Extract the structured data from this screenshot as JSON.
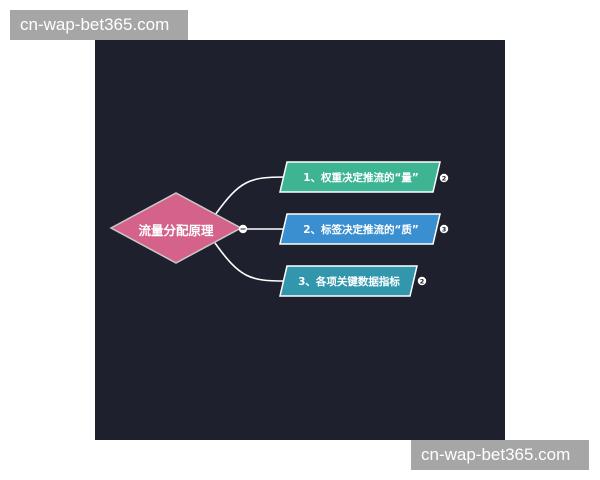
{
  "watermarks": {
    "top": "cn-wap-bet365.com",
    "bottom": "cn-wap-bet365.com"
  },
  "diagram": {
    "background": "#1e212d",
    "root": {
      "label": "流量分配原理",
      "shape": "diamond",
      "fill": "#d4628a",
      "border": "#c9c9c9",
      "collapse_icon": "minus-circle-icon"
    },
    "branches": [
      {
        "label": "1、权重决定推流的“量”",
        "fill": "#3db494",
        "badge": "2"
      },
      {
        "label": "2、标签决定推流的“质”",
        "fill": "#3a8fd1",
        "badge": "3"
      },
      {
        "label": "3、各项关键数据指标",
        "fill": "#3297ad",
        "badge": "2"
      }
    ]
  }
}
